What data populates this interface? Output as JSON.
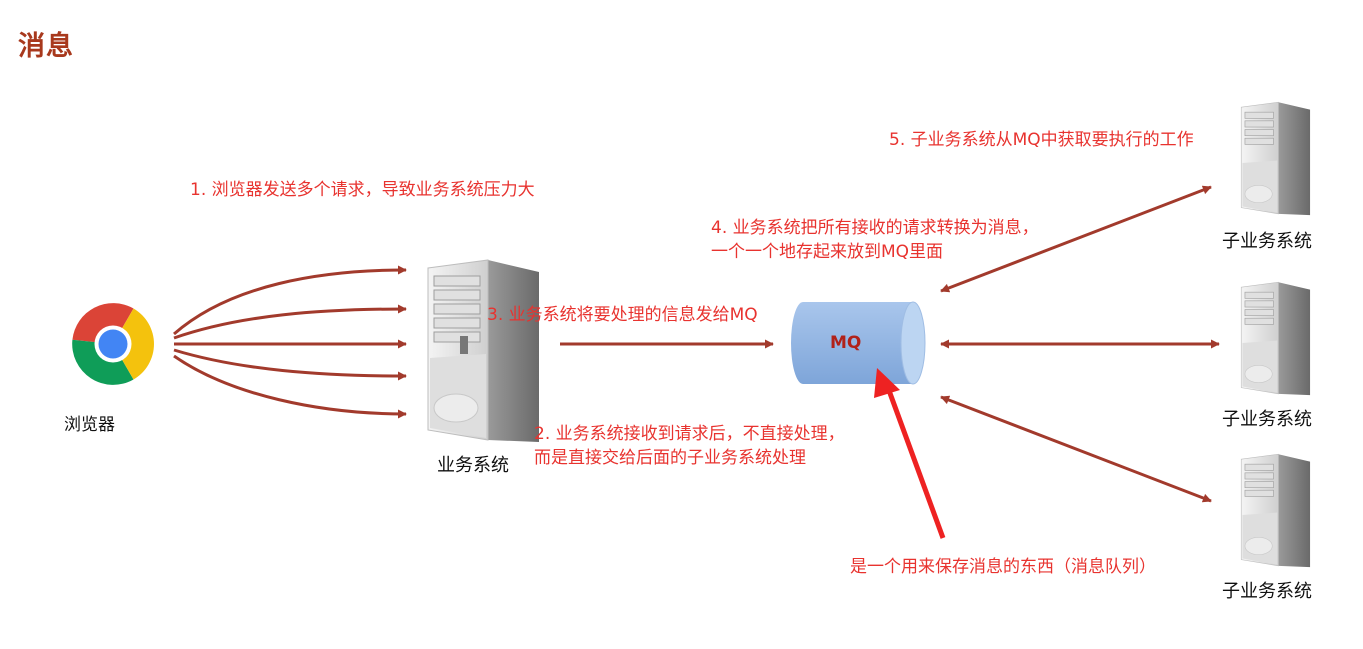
{
  "title": "消息",
  "browser": {
    "label": "浏览器"
  },
  "business_system": {
    "label": "业务系统"
  },
  "mq": {
    "label": "MQ"
  },
  "sub_systems": [
    {
      "label": "子业务系统"
    },
    {
      "label": "子业务系统"
    },
    {
      "label": "子业务系统"
    }
  ],
  "notes": {
    "step1": "1. 浏览器发送多个请求，导致业务系统压力大",
    "step2_line1": "2. 业务系统接收到请求后，不直接处理，",
    "step2_line2": "而是直接交给后面的子业务系统处理",
    "step3": "3. 业务系统将要处理的信息发给MQ",
    "step4_line1": "4. 业务系统把所有接收的请求转换为消息，",
    "step4_line2": "一个一个地存起来放到MQ里面",
    "step5": "5. 子业务系统从MQ中获取要执行的工作",
    "mq_note": "是一个用来保存消息的东西（消息队列）"
  },
  "colors": {
    "arrow": "#a23a2c",
    "note_text": "#e8332f",
    "title": "#a8391d",
    "mq_fill": "#8eb4e3",
    "pointer": "#ee2222"
  }
}
